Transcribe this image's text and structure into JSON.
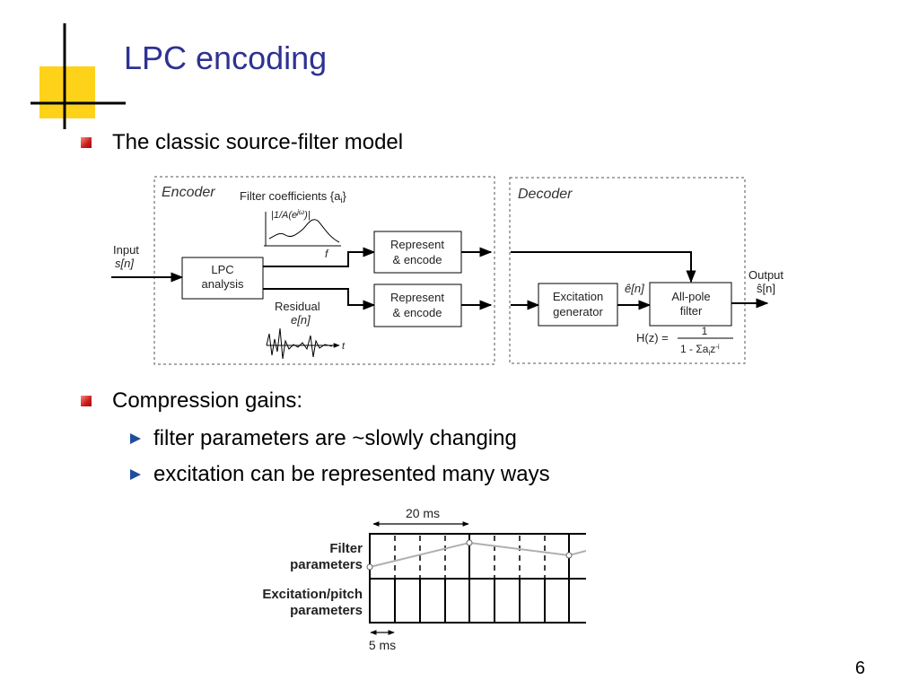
{
  "slide": {
    "title": "LPC encoding",
    "bullets": [
      {
        "text": "The classic source-filter model"
      },
      {
        "text": "Compression gains:",
        "subs": [
          {
            "text": "filter parameters are ~slowly changing"
          },
          {
            "text": "excitation can be represented many ways"
          }
        ]
      }
    ],
    "page_number": "6"
  },
  "diagram": {
    "encoder_label": "Encoder",
    "decoder_label": "Decoder",
    "filter_coeffs_label": "Filter coefficients {a",
    "filter_coeffs_sub": "i",
    "filter_coeffs_end": "}",
    "spectrum_label": "|1/A(e",
    "spectrum_sup": "jω",
    "spectrum_end": ")|",
    "f_axis": "f",
    "t_axis": "t",
    "input_label": "Input",
    "input_signal": "s[n]",
    "lpc_box": [
      "LPC",
      "analysis"
    ],
    "represent_top": [
      "Represent",
      "& encode"
    ],
    "represent_bottom": [
      "Represent",
      "& encode"
    ],
    "residual_label": "Residual",
    "residual_signal": "e[n]",
    "excitation_box": [
      "Excitation",
      "generator"
    ],
    "ehat_label": "ê[n]",
    "allpole_box": [
      "All-pole",
      "filter"
    ],
    "output_label": "Output",
    "output_signal": "ŝ[n]",
    "hz_label": "H(z) =",
    "hz_num": "1",
    "hz_den": "1 - Σa",
    "hz_den_sub": "i",
    "hz_den_z": "z",
    "hz_den_sup": "-i"
  },
  "timing": {
    "frame_label": "20 ms",
    "subframe_label": "5 ms",
    "filter_row": [
      "Filter",
      "parameters"
    ],
    "excitation_row": [
      "Excitation/pitch",
      "parameters"
    ]
  }
}
